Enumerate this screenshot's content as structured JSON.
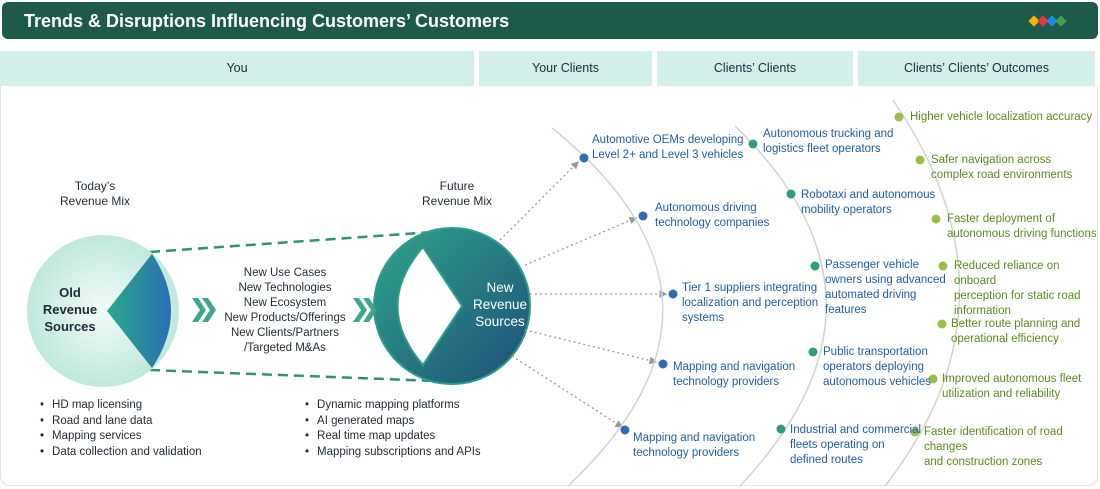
{
  "title": "Trends & Disruptions Influencing Customers’ Customers",
  "columns": [
    "You",
    "Your Clients",
    "Clients’ Clients",
    "Clients’ Clients’ Outcomes"
  ],
  "today": {
    "heading": "Today’s\nRevenue Mix",
    "circle": "Old\nRevenue\nSources"
  },
  "future": {
    "heading": "Future\nRevenue Mix",
    "circle": "New\nRevenue\nSources"
  },
  "drivers": "New Use Cases\nNew Technologies\nNew Ecosystem\nNew Products/Offerings\nNew Clients/Partners\n/Targeted M&As",
  "old_sources": [
    "HD map licensing",
    "Road and lane data",
    "Mapping services",
    "Data collection and validation"
  ],
  "new_sources": [
    "Dynamic mapping platforms",
    "AI generated maps",
    "Real time map updates",
    "Mapping subscriptions and APIs"
  ],
  "your_clients": [
    "Automotive OEMs developing\nLevel 2+ and Level 3 vehicles",
    "Autonomous driving\ntechnology companies",
    "Tier 1 suppliers integrating\nlocalization and perception\nsystems",
    "Mapping and navigation\ntechnology providers",
    "Mapping and navigation\ntechnology providers"
  ],
  "clients_clients": [
    "Autonomous trucking and\nlogistics fleet operators",
    "Robotaxi and autonomous\nmobility operators",
    "Passenger vehicle\nowners using advanced\nautomated driving\nfeatures",
    "Public transportation\noperators deploying\nautonomous vehicles",
    "Industrial and commercial\nfleets operating on\ndefined routes"
  ],
  "outcomes": [
    "Higher vehicle localization accuracy",
    "Safer navigation across\ncomplex road environments",
    "Faster deployment of\nautonomous driving functions",
    "Reduced reliance on onboard\nperception for static road\ninformation",
    "Better route planning and\noperational efficiency",
    "Improved autonomous fleet\nutilization and reliability",
    "Faster identification of road changes\nand construction zones"
  ],
  "colors": {
    "title_bar": "#1d5a4a",
    "header_bg": "#d3efe9",
    "client_dot": "#2d6db5",
    "client_text": "#1f5d9e",
    "outcome_dot": "#9bbd4a",
    "outcome_text": "#5c8a1e",
    "arrow": "#3aa78f"
  }
}
